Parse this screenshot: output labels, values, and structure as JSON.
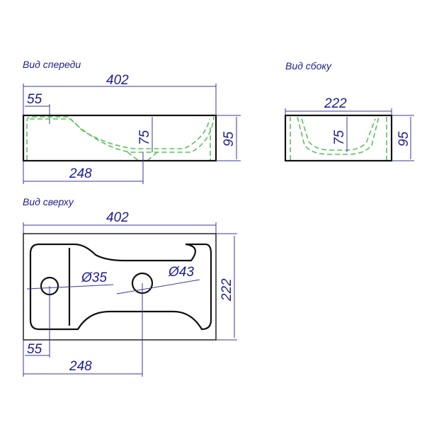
{
  "front_view": {
    "title": "Вид спереди",
    "width": "402",
    "offset": "55",
    "depth": "75",
    "height": "95",
    "drain_pos": "248"
  },
  "side_view": {
    "title": "Вид сбоку",
    "width": "222",
    "depth": "75",
    "height": "95"
  },
  "top_view": {
    "title": "Вид сверху",
    "width": "402",
    "depth": "222",
    "hole_small": "Ø35",
    "hole_large": "Ø43",
    "offset": "55",
    "drain_pos": "248"
  },
  "colors": {
    "dimension": "#1d1d8c",
    "hidden_line": "#5cc05c",
    "outline": "#111111"
  }
}
